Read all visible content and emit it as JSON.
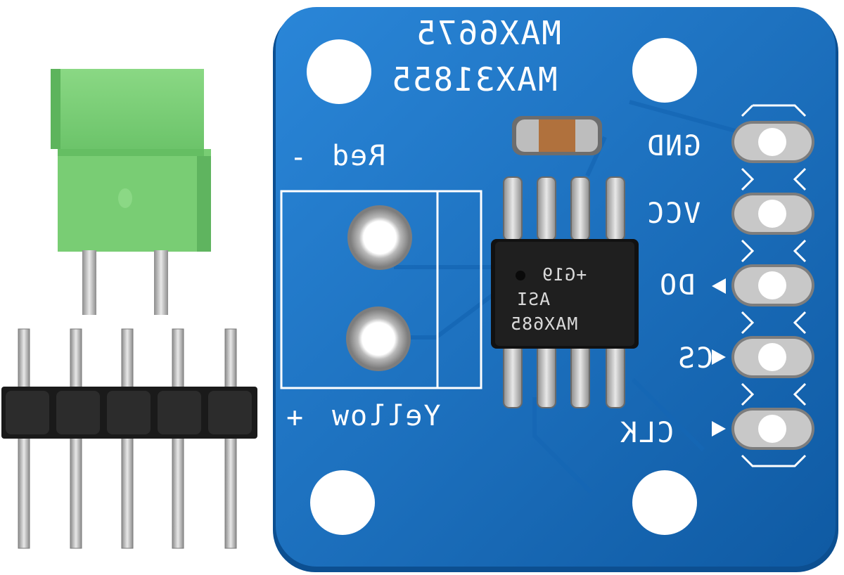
{
  "photo": {
    "subject": "thermocouple-amplifier-breakout-kit",
    "colors": {
      "background": "#ffffff",
      "pcb": "#1b75c8",
      "pcb_dark": "#0f5aa3",
      "silkscreen": "#ffffff",
      "terminal_block": "#7fd07a",
      "header_plastic": "#1a1a1a",
      "metal": "#c9c9c9",
      "chip": "#1d1d1d",
      "capacitor": "#b0713d"
    }
  },
  "board": {
    "title_line1": "MAX6675",
    "title_line2": "MAX31855",
    "thermocouple_negative": "Red",
    "negative_sign": "-",
    "thermocouple_positive": "Yellow",
    "positive_sign": "+",
    "pins": [
      "GND",
      "VCC",
      "DO",
      "CS",
      "CLK"
    ]
  },
  "chip": {
    "marking_line1": "+G19",
    "marking_line2": "ASI",
    "marking_line3": "MAX685"
  }
}
